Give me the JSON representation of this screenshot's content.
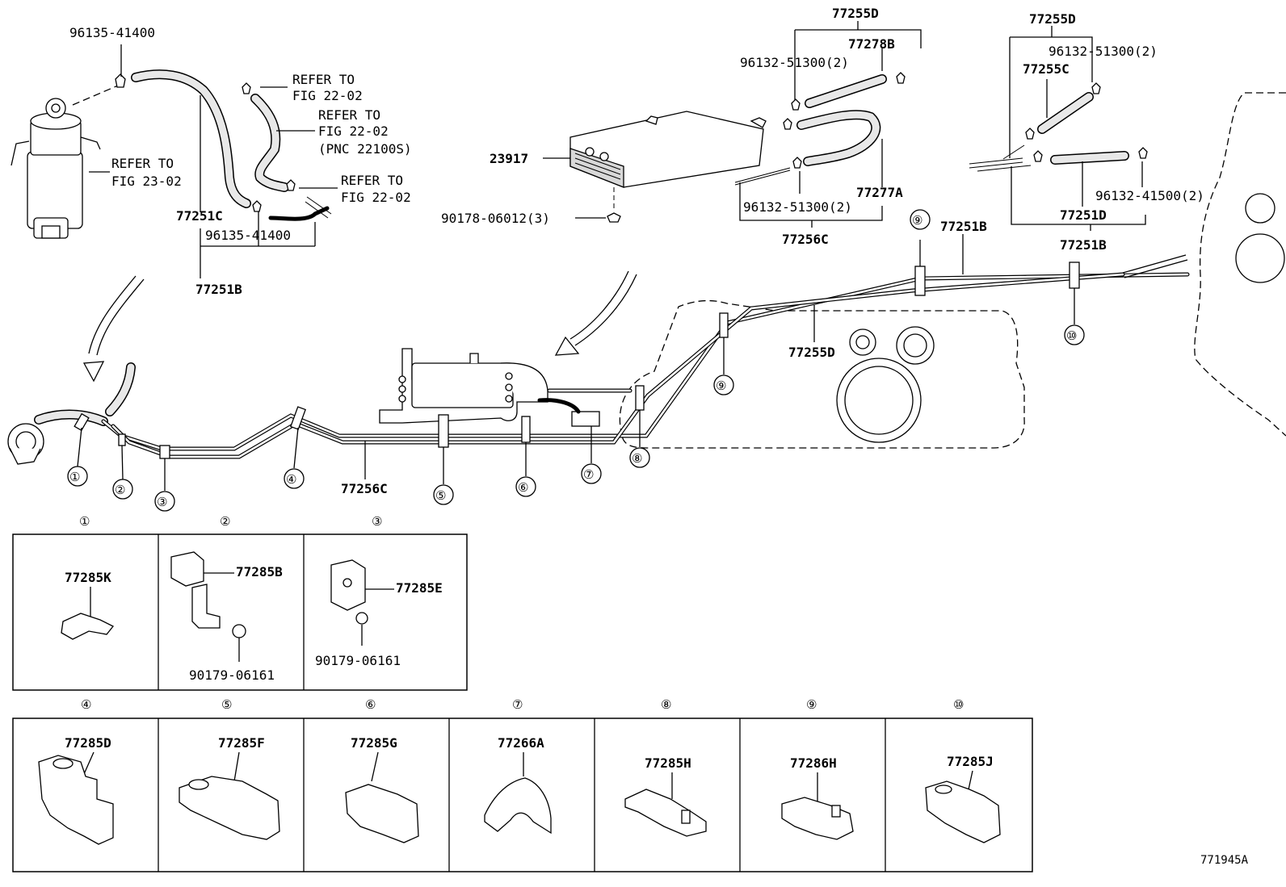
{
  "diagram_id": "771945A",
  "labels": {
    "l01": "96135-41400",
    "l02": "REFER TO",
    "l03": "FIG 22-02",
    "l04": "REFER TO",
    "l05": "FIG 22-02",
    "l06": "(PNC 22100S)",
    "l07": "REFER TO",
    "l08": "FIG 22-02",
    "l09": "REFER TO",
    "l10": "FIG 23-02",
    "l11": "77251C",
    "l12": "96135-41400",
    "l13": "77251B",
    "l14": "77255D",
    "l15": "77278B",
    "l16": "96132-51300(2)",
    "l17": "23917",
    "l18": "77277A",
    "l19": "90178-06012(3)",
    "l20": "96132-51300(2)",
    "l21": "77256C",
    "l22": "77255D",
    "l23": "96132-51300(2)",
    "l24": "77255C",
    "l25": "96132-41500(2)",
    "l26": "77251D",
    "l27": "77251B",
    "l28": "77251B",
    "l29": "77255D",
    "l30": "77256C"
  },
  "callouts": [
    "①",
    "②",
    "③",
    "④",
    "⑤",
    "⑥",
    "⑦",
    "⑧",
    "⑨",
    "⑩"
  ],
  "detail_panels": [
    {
      "num": "①",
      "part": "77285K"
    },
    {
      "num": "②",
      "part": "77285B",
      "extra": "90179-06161"
    },
    {
      "num": "③",
      "part": "77285E",
      "extra": "90179-06161"
    },
    {
      "num": "④",
      "part": "77285D"
    },
    {
      "num": "⑤",
      "part": "77285F"
    },
    {
      "num": "⑥",
      "part": "77285G"
    },
    {
      "num": "⑦",
      "part": "77266A"
    },
    {
      "num": "⑧",
      "part": "77285H"
    },
    {
      "num": "⑨",
      "part": "77286H"
    },
    {
      "num": "⑩",
      "part": "77285J"
    }
  ]
}
